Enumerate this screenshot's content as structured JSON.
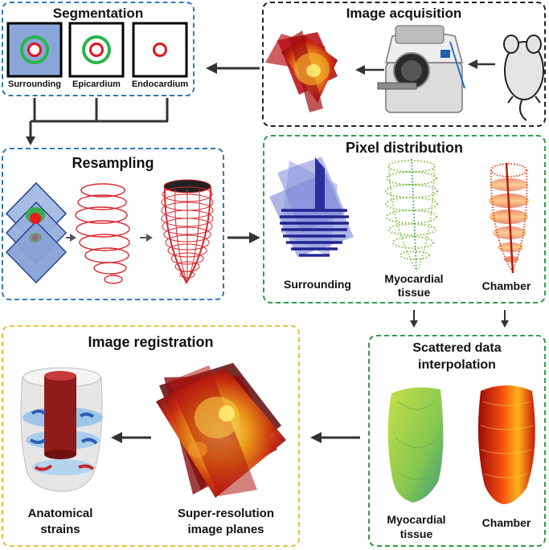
{
  "segmentation": {
    "title": "Segmentation",
    "labels": [
      "Surrounding",
      "Epicardium",
      "Endocardium"
    ]
  },
  "acquisition": {
    "title": "Image acquisition"
  },
  "resampling": {
    "title": "Resampling"
  },
  "pixel": {
    "title": "Pixel distribution",
    "labels": {
      "surrounding": "Surrounding",
      "myo1": "Myocardial",
      "myo2": "tissue",
      "chamber": "Chamber"
    }
  },
  "scattered": {
    "title1": "Scattered data",
    "title2": "interpolation",
    "labels": {
      "myo1": "Myocardial",
      "myo2": "tissue",
      "chamber": "Chamber"
    }
  },
  "registration": {
    "title": "Image registration",
    "labels": {
      "strain1": "Anatomical",
      "strain2": "strains",
      "sr1": "Super-resolution",
      "sr2": "image planes"
    }
  },
  "colors": {
    "blue_box": "#2f79b8",
    "green_box": "#2e9b47",
    "yellow_box": "#e5c23a",
    "black_box": "#222222"
  }
}
